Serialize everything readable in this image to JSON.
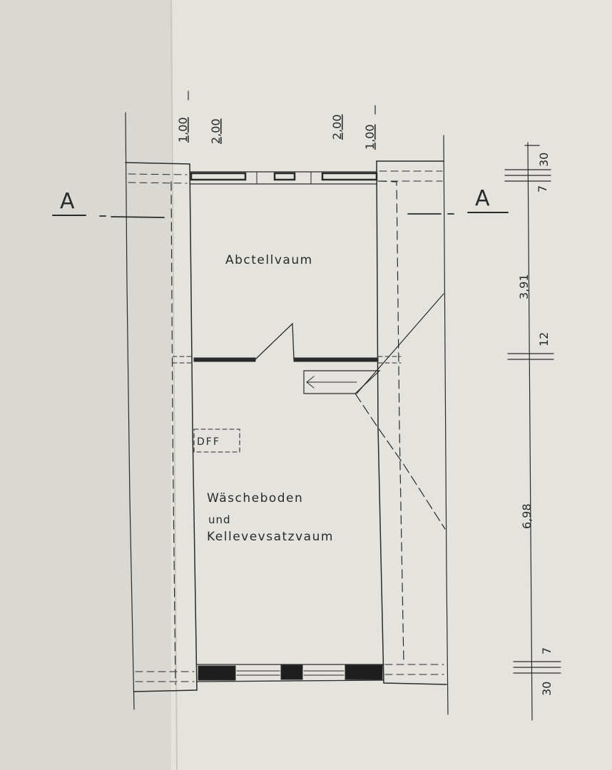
{
  "section_marks": {
    "left": "A",
    "right": "A"
  },
  "top_dimensions": [
    "1,00",
    "2,00",
    "2,00",
    "1,00"
  ],
  "right_dimensions": [
    "30",
    "7",
    "3,91",
    "12",
    "6,98",
    "7",
    "30"
  ],
  "rooms": {
    "upper": "Abctellvaum",
    "lower_line1": "Wäscheboden",
    "lower_line2": "und",
    "lower_line3": "Kellevevsatzvaum"
  },
  "label_box": "DFF",
  "colors": {
    "paper": "#e4e3de",
    "ink": "#2a2a2a"
  }
}
